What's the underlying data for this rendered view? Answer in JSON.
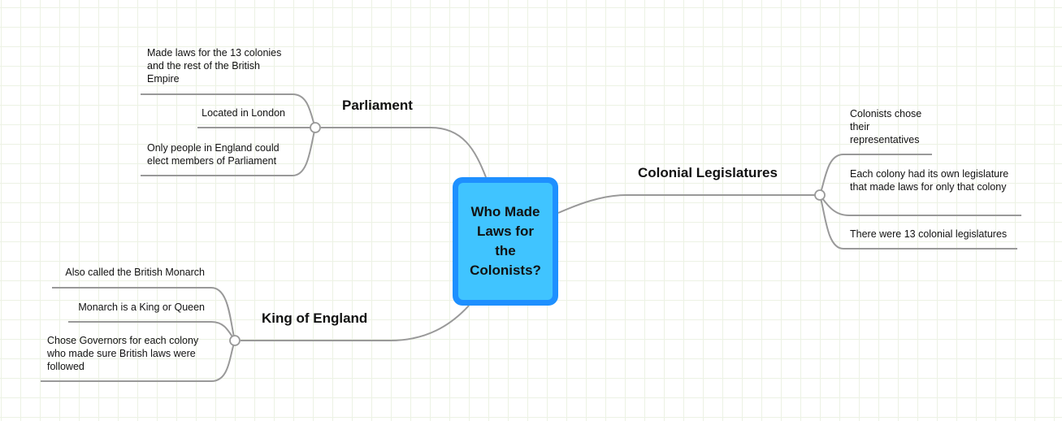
{
  "central_topic": {
    "label": "Who Made Laws for the Colonists?",
    "fill": "#40c4ff",
    "border": "#1e90ff"
  },
  "branches": [
    {
      "id": "parliament",
      "label": "Parliament",
      "children": [
        "Made laws for the 13 colonies and the rest of the British Empire",
        "Located in London",
        "Only people in England could elect members of Parliament"
      ]
    },
    {
      "id": "king",
      "label": "King of England",
      "children": [
        "Also called the British Monarch",
        "Monarch is a King or Queen",
        "Chose Governors for each colony who made sure British laws were followed"
      ]
    },
    {
      "id": "colonial",
      "label": "Colonial Legislatures",
      "children": [
        "Colonists chose their representatives",
        "Each colony had its own legislature that made laws for only that colony",
        "There were 13 colonial legislatures"
      ]
    }
  ],
  "colors": {
    "line": "#999999",
    "grid": "#ecf2e4",
    "background": "#ffffff"
  }
}
